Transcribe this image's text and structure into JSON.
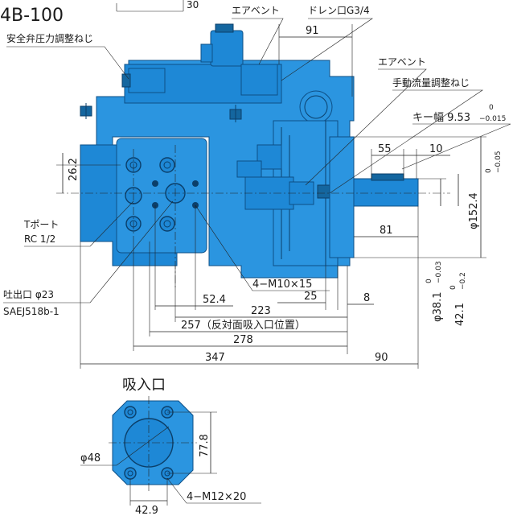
{
  "model_title": "4B-100",
  "top_partial_dim": "30",
  "front_view": {
    "labels": {
      "safety_valve": "安全弁圧力調整ねじ",
      "air_vent_top": "エアベント",
      "drain_port": "ドレン口G3/4",
      "air_vent_right": "エアベント",
      "manual_flow": "手動流量調整ねじ",
      "key_width": "キー幅 9.53",
      "key_width_tol_upper": "0",
      "key_width_tol_lower": "−0.015",
      "t_port_line1": "Tポート",
      "t_port_line2": "RC 1/2",
      "discharge_line1": "吐出口 φ23",
      "discharge_line2": "SAEJ518b-1",
      "bolts": "4−M10×15"
    },
    "dimensions": {
      "d91": "91",
      "d26_2": "26.2",
      "d55": "55",
      "d10": "10",
      "d81": "81",
      "d52_4": "52.4",
      "d25": "25",
      "d8": "8",
      "d223": "223",
      "d257": "257（反対面吸入口位置）",
      "d278": "278",
      "d347": "347",
      "d90": "90",
      "phi152_4": "φ152.4",
      "phi152_4_tol_upper": "0",
      "phi152_4_tol_lower": "−0.05",
      "phi38_1": "φ38.1",
      "phi38_1_tol_upper": "0",
      "phi38_1_tol_lower": "−0.03",
      "d42_1": "42.1",
      "d42_1_tol_upper": "0",
      "d42_1_tol_lower": "−0.2"
    }
  },
  "inlet_view": {
    "title": "吸入口",
    "phi48": "φ48",
    "d77_8": "77.8",
    "d42_9": "42.9",
    "bolts": "4−M12×20"
  },
  "colors": {
    "body": "#1e88d6",
    "outline": "#0d4f86"
  }
}
